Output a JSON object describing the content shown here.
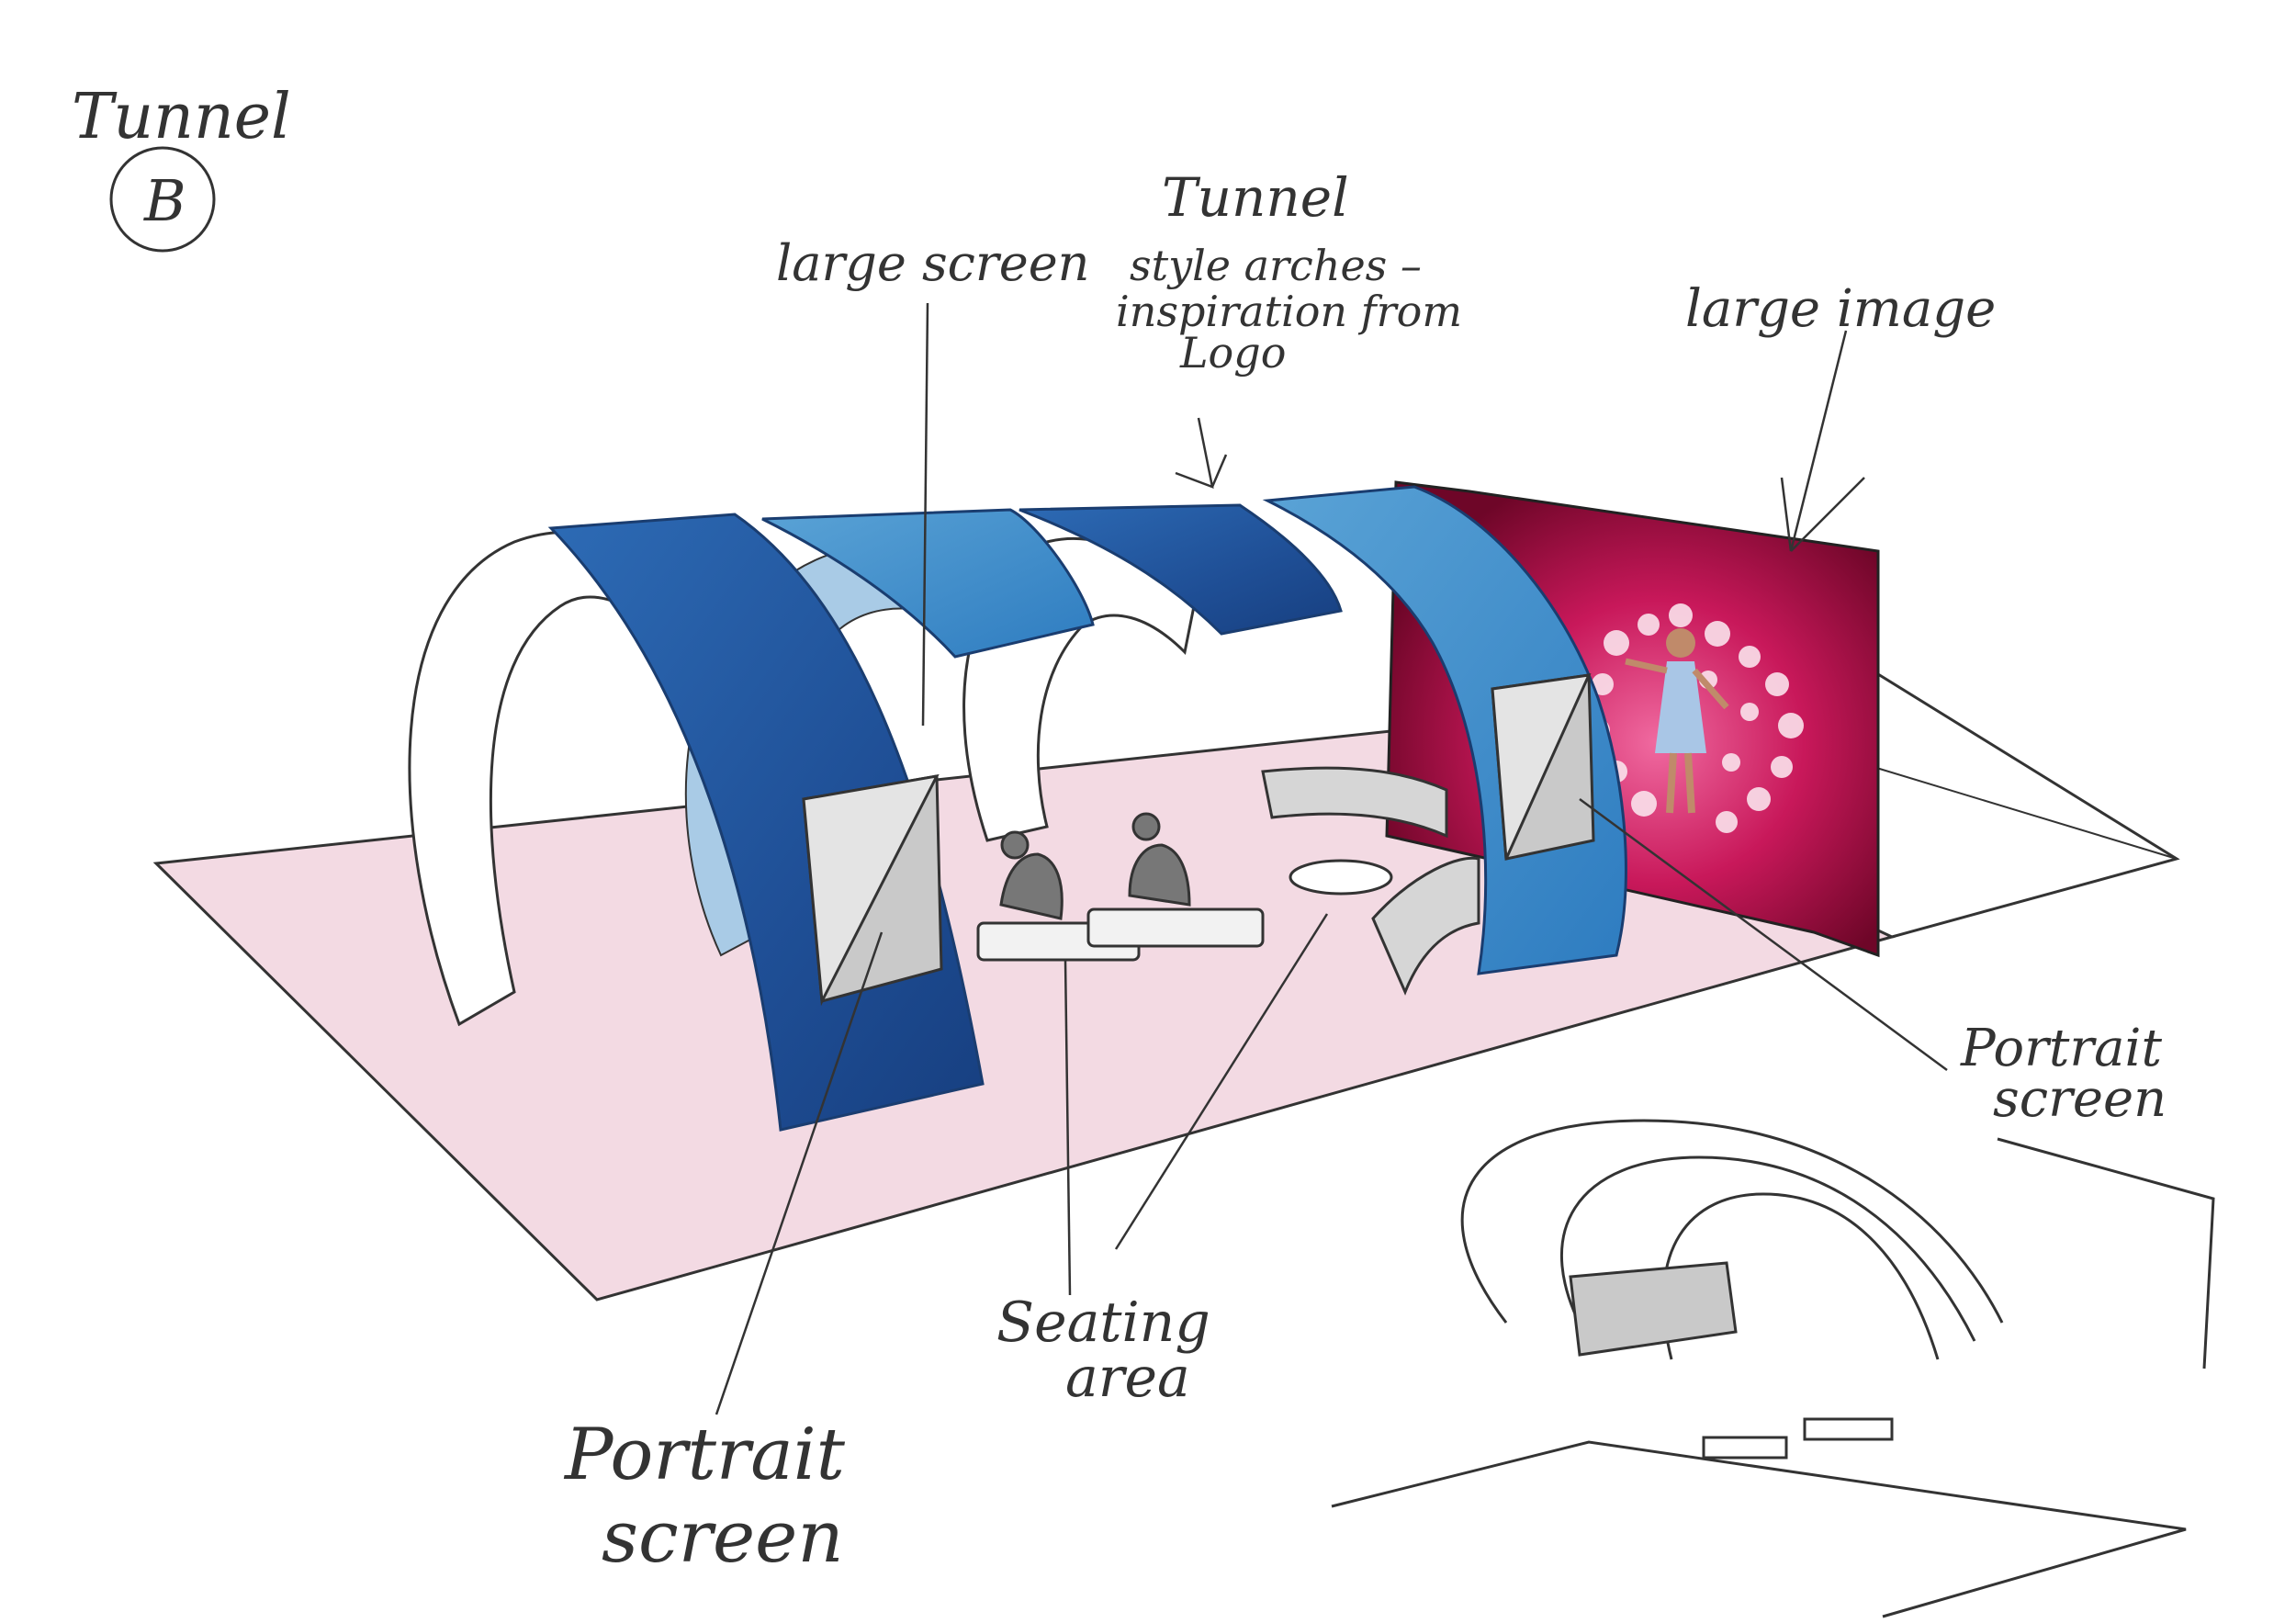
{
  "annotations": {
    "title": "Tunnel",
    "title_letter": "B",
    "large_screen": "large screen",
    "arches": [
      "Tunnel",
      "style arches –",
      "inspiration from",
      "Logo"
    ],
    "large_image": "large image",
    "portrait_screen_right": [
      "Portrait",
      "screen"
    ],
    "seating_area": [
      "Seating",
      "area"
    ],
    "portrait_screen_left": [
      "Portrait",
      "screen"
    ]
  },
  "colors": {
    "floor": "#f3dae3",
    "arch_blue_dark": "#1f4f96",
    "arch_blue_mid": "#2d6bb5",
    "arch_blue_light": "#4d95cc",
    "arch_blue_pale": "#a9cbe6",
    "backdrop": "#b4104a",
    "screen_grey": "#c9c9c9",
    "ink": "#333333"
  }
}
